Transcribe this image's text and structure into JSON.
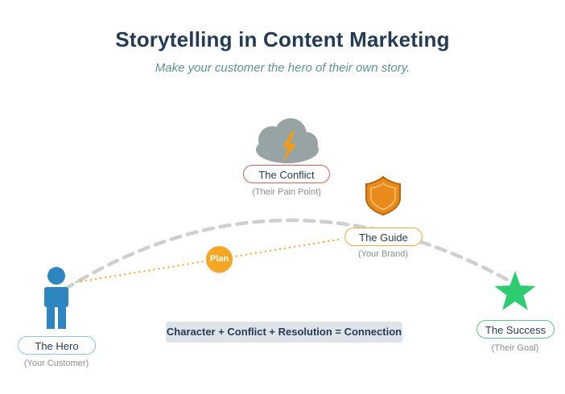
{
  "header": {
    "title": "Storytelling in Content Marketing",
    "subtitle": "Make your customer the hero of their own story."
  },
  "nodes": {
    "conflict": {
      "label": "The Conflict",
      "sublabel": "(Their Pain Point)",
      "border_color": "#d9604f",
      "icon": "storm-cloud-icon"
    },
    "guide": {
      "label": "The Guide",
      "sublabel": "(Your Brand)",
      "border_color": "#f0a93c",
      "icon": "shield-icon"
    },
    "hero": {
      "label": "The Hero",
      "sublabel": "(Your Customer)",
      "border_color": "#8bc4ea",
      "icon": "person-icon"
    },
    "success": {
      "label": "The Success",
      "sublabel": "(Their Goal)",
      "border_color": "#5cc98a",
      "icon": "star-icon"
    },
    "plan": {
      "label": "Plan",
      "color": "#f5a623"
    }
  },
  "formula": {
    "text": "Character + Conflict + Resolution = Connection",
    "background": "#dde3e9"
  },
  "paths": {
    "journey_arc": {
      "style": "dashed",
      "color": "#cfcfcf"
    },
    "plan_line": {
      "style": "dotted",
      "color": "#f5a623"
    }
  },
  "colors": {
    "title": "#233b55",
    "subtitle": "#5b9490",
    "cloud": "#98a3a5",
    "lightning": "#f39c12",
    "shield": "#e98b1c",
    "person": "#2e86c1",
    "star": "#2ecc71"
  }
}
